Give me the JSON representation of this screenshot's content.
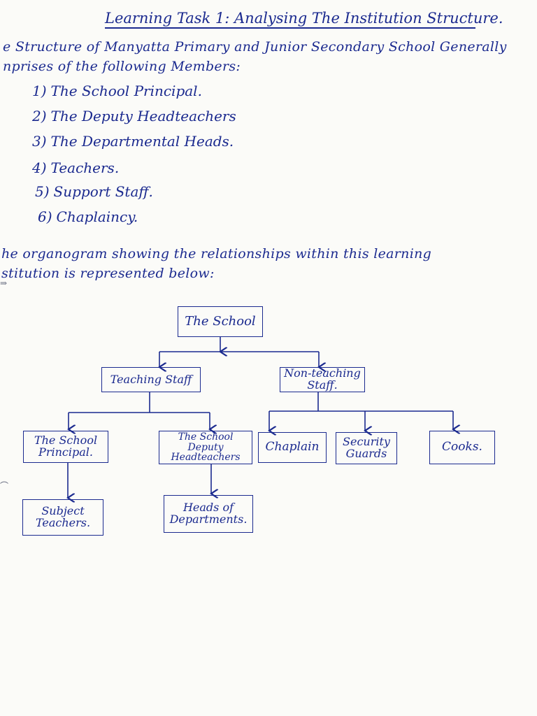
{
  "title": "Learning Task 1: Analysing The Institution Structure.",
  "intro": {
    "line1": "e Structure of Manyatta Primary and Junior Secondary School Generally",
    "line2": "nprises of the following Members:"
  },
  "members": [
    {
      "num": "1)",
      "label": "The School Principal."
    },
    {
      "num": "2)",
      "label": "The Deputy Headteachers"
    },
    {
      "num": "3)",
      "label": "The Departmental Heads."
    },
    {
      "num": "4)",
      "label": "Teachers."
    },
    {
      "num": "5)",
      "label": "Support Staff."
    },
    {
      "num": "6)",
      "label": "Chaplaincy."
    }
  ],
  "organogram_intro": {
    "line1": "he organogram showing the relationships within this learning",
    "line2": "stitution is represented below:"
  },
  "organogram": {
    "root": "The School",
    "teaching": "Teaching Staff",
    "nonteaching": "Non-teaching Staff.",
    "principal": "The School Principal.",
    "deputy": "The School Deputy Headteachers",
    "chaplain": "Chaplain",
    "security": "Security Guards",
    "cooks": "Cooks.",
    "subject_teachers": "Subject Teachers.",
    "heads": "Heads of Departments."
  },
  "colors": {
    "ink": "#1b2a8f",
    "paper": "#fbfbf8"
  }
}
